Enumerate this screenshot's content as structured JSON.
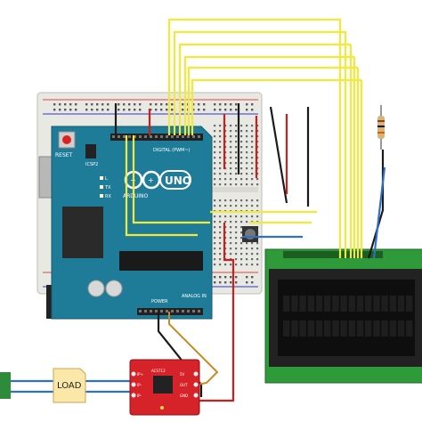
{
  "arduino": {
    "reset_label": "RESET",
    "icsp_label": "ICSP2",
    "digital_label": "DIGITAL (PWM~)",
    "brand": "UNO",
    "sub_brand": "ARDUINO",
    "led_tx": "TX",
    "led_rx": "RX",
    "led_l": "L",
    "power_label": "POWER",
    "analog_label": "ANALOG IN"
  },
  "load_box": {
    "label": "LOAD"
  },
  "sensor_board": {
    "pins_left": [
      "IP+",
      "IP-",
      "IP-"
    ],
    "pins_right": [
      "5V",
      "OUT",
      "GND"
    ],
    "chip_label": "ACS712"
  },
  "colors": {
    "breadboard": "#e9e9e4",
    "arduino": "#1f7c99",
    "wire_yellow": "#f2ea3a",
    "wire_red": "#c8201c",
    "wire_black": "#1a1a1a",
    "wire_blue": "#2f70c4",
    "lcd_board": "#2e9a3a",
    "sensor_board": "#d6232a"
  }
}
